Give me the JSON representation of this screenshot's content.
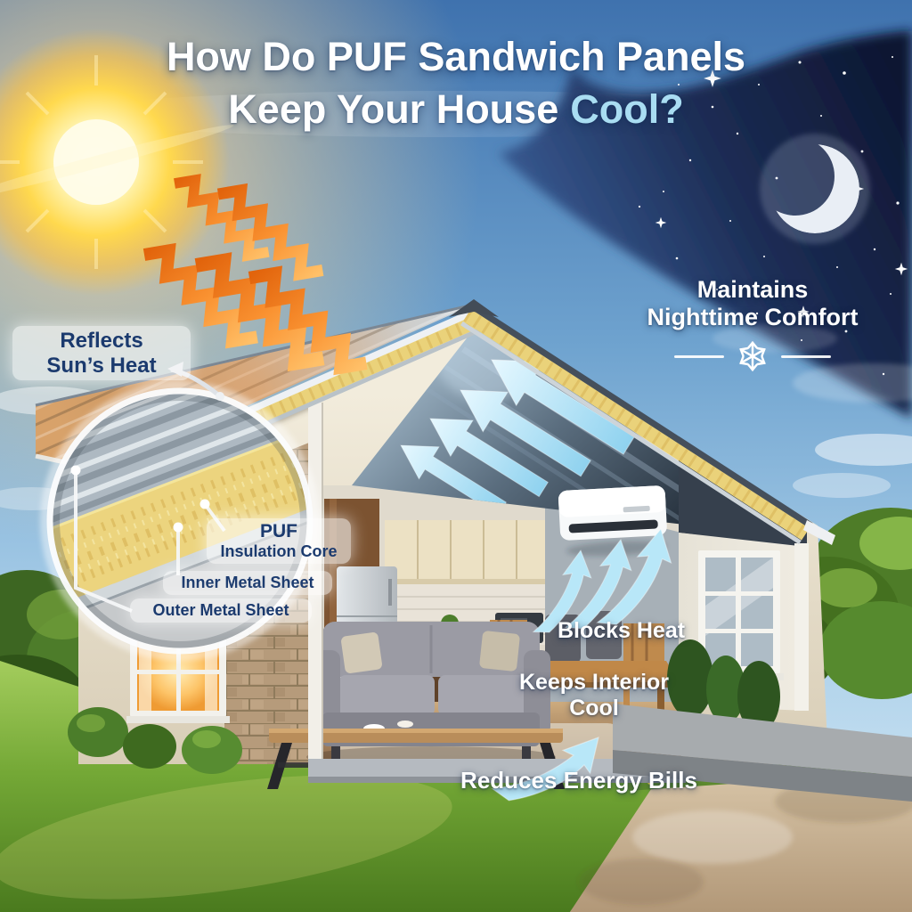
{
  "title": {
    "line1": "How Do PUF Sandwich Panels",
    "line2_white": "Keep Your House",
    "line2_accent": "Cool?"
  },
  "labels": {
    "reflects_line1": "Reflects",
    "reflects_line2": "Sun’s Heat",
    "maintains_line1": "Maintains",
    "maintains_line2": "Nighttime Comfort",
    "puf_line1": "PUF",
    "puf_line2": "Insulation Core",
    "inner": "Inner Metal Sheet",
    "outer": "Outer Metal Sheet",
    "blocks": "Blocks Heat",
    "keeps_line1": "Keeps Interior",
    "keeps_line2": "Cool",
    "reduces": "Reduces Energy Bills"
  },
  "icons": {
    "sun": "sun-icon",
    "moon": "crescent-moon-icon",
    "snowflake": "snowflake-icon",
    "heat_waves": "heat-wave-icon",
    "cool_arrows": "cool-air-arrow-icon",
    "ac": "air-conditioner"
  },
  "colors": {
    "accent_cool": "#a9ddf2",
    "label_navy": "#1b3a6e",
    "heat_orange": "#ef7d1a",
    "cool_arrow_blue": "#a5e0f7",
    "night_sky": "#16213f",
    "foam_yellow": "#ecd47e",
    "day_sky": "#6fa3cf"
  }
}
